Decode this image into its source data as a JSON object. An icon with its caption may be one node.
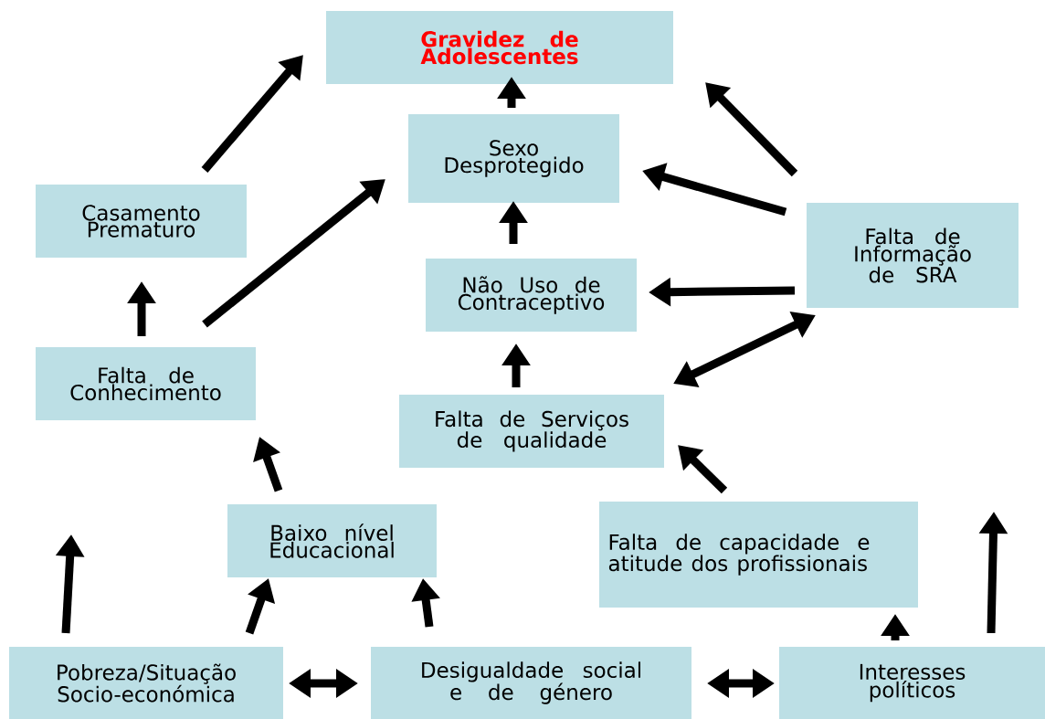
{
  "diagram": {
    "nodes": [
      {
        "text": [
          "Gravidez de Adolescentes"
        ]
      },
      {
        "text": [
          "Sexo Desprotegido"
        ]
      },
      {
        "text": [
          "Casamento Prematuro"
        ]
      },
      {
        "text": [
          "Falta de Informação de SRA"
        ]
      },
      {
        "text": [
          "Não Uso de Contraceptivo"
        ]
      },
      {
        "text": [
          "Falta de Conhecimento"
        ]
      },
      {
        "text": [
          "Falta de Serviços de qualidade"
        ]
      },
      {
        "text": [
          "Baixo nível Educacional"
        ]
      },
      {
        "text": [
          "Falta de capacidade e atitude dos profissionais"
        ]
      },
      {
        "text": [
          "Pobreza/Situação Socio-económica"
        ]
      },
      {
        "text": [
          "Desigualdade social e de género"
        ]
      },
      {
        "text": [
          "Interesses políticos"
        ]
      }
    ],
    "edges": [
      {
        "from": 2,
        "to": 0,
        "arrow": "to"
      },
      {
        "from": 1,
        "to": 0,
        "arrow": "to"
      },
      {
        "from": 4,
        "to": 1,
        "arrow": "to"
      },
      {
        "from": 5,
        "to": 1,
        "arrow": "to"
      },
      {
        "from": 3,
        "to": 0,
        "arrow": "to"
      },
      {
        "from": 3,
        "to": 1,
        "arrow": "to"
      },
      {
        "from": 3,
        "to": 4,
        "arrow": "to"
      },
      {
        "from": 6,
        "to": 3,
        "arrow": "both"
      },
      {
        "from": 6,
        "to": 4,
        "arrow": "to"
      },
      {
        "from": 5,
        "to": 2,
        "arrow": "to"
      },
      {
        "from": 7,
        "to": 5,
        "arrow": "to"
      },
      {
        "from": 8,
        "to": 6,
        "arrow": "to"
      },
      {
        "from": 9,
        "to": null,
        "arrow": "to"
      },
      {
        "from": 9,
        "to": 7,
        "arrow": "to"
      },
      {
        "from": 10,
        "to": 7,
        "arrow": "to"
      },
      {
        "from": 11,
        "to": 8,
        "arrow": "to"
      },
      {
        "from": 11,
        "to": null,
        "arrow": "to"
      },
      {
        "from": 9,
        "to": 10,
        "arrow": "both"
      },
      {
        "from": 10,
        "to": 11,
        "arrow": "both"
      }
    ]
  }
}
